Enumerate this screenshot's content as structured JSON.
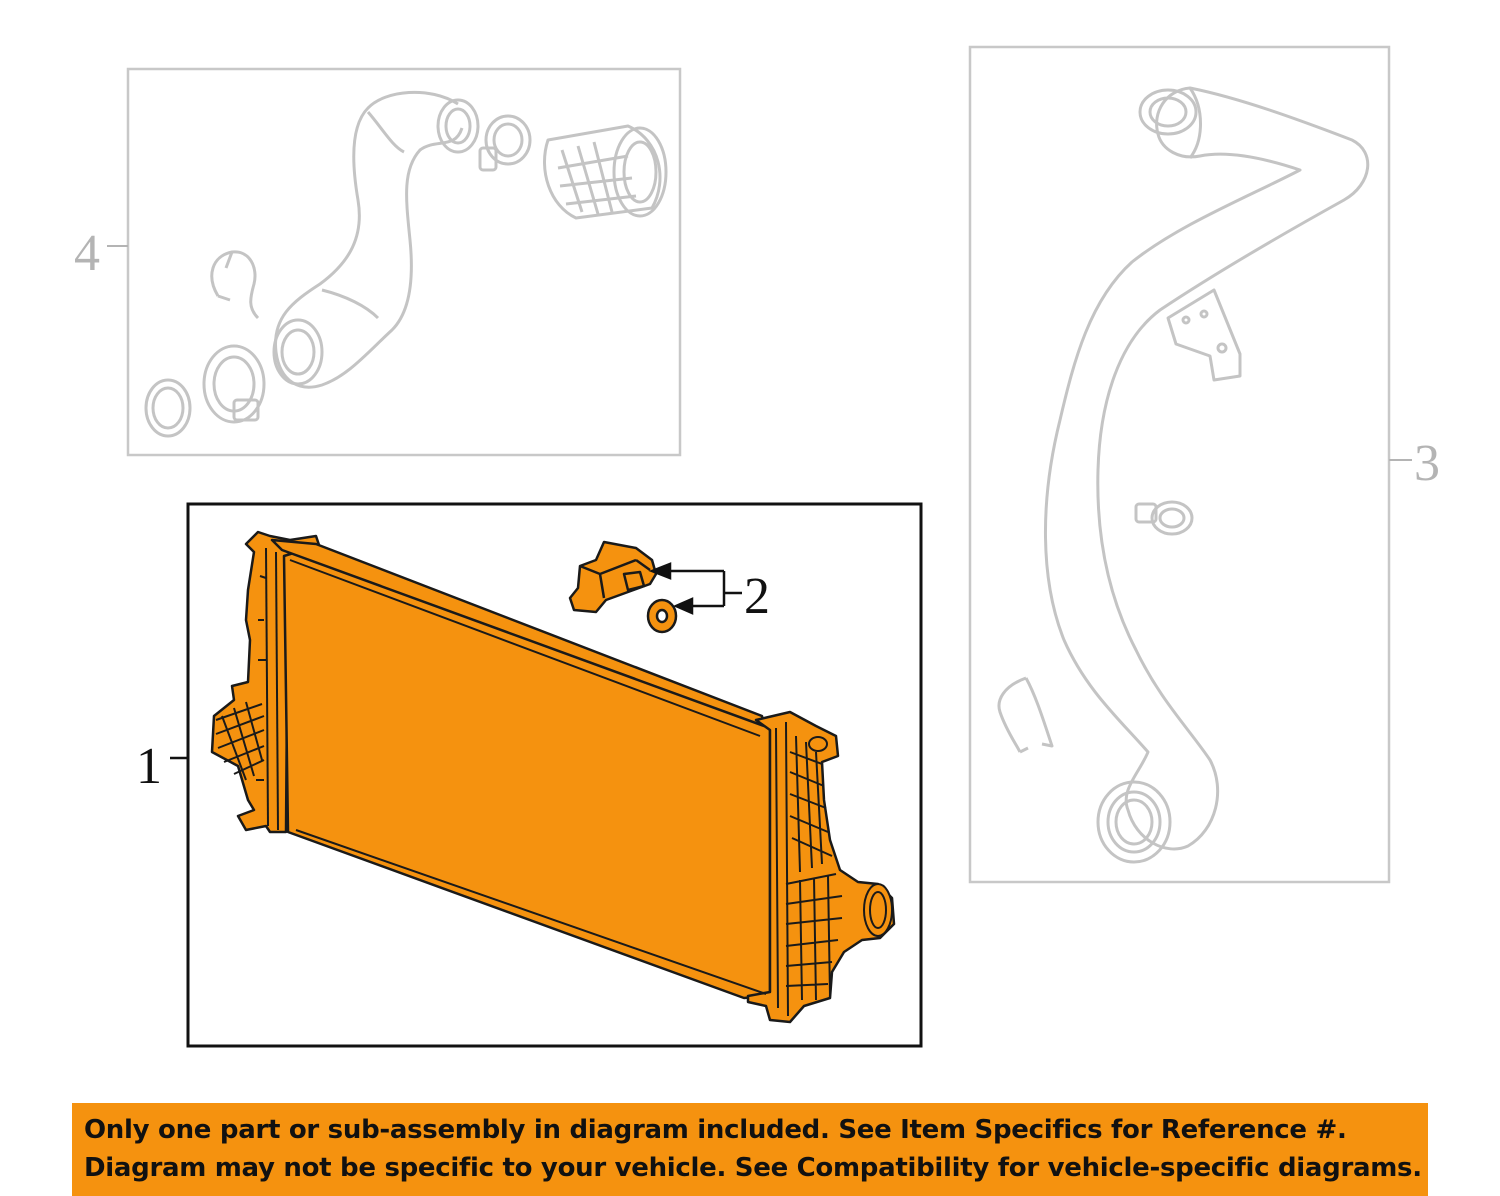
{
  "callouts": {
    "c1": "1",
    "c2": "2",
    "c3": "3",
    "c4": "4"
  },
  "colors": {
    "part_fill": "#f5920f",
    "part_stroke": "#1a1a1a",
    "ghost_stroke": "#c4c4c4",
    "banner": "#f5920f"
  },
  "notice": {
    "line1": "Only one part or sub-assembly in diagram included. See Item Specifics for Reference #.",
    "line2": "Diagram may not be specific to your vehicle. See Compatibility for vehicle-specific diagrams."
  }
}
